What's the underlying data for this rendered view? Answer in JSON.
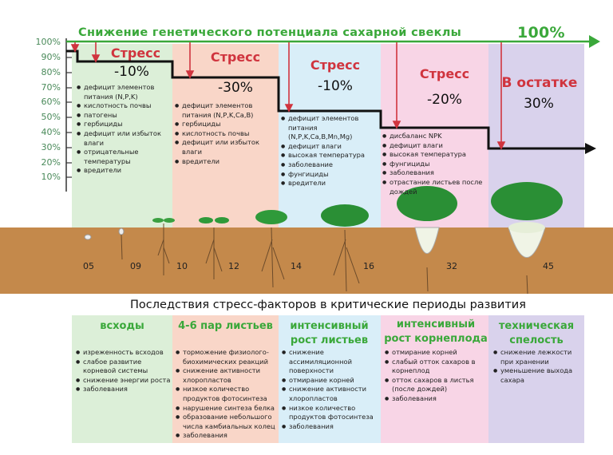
{
  "header": {
    "title": "Снижение генетического потенциала сахарной свеклы",
    "full_label": "100%"
  },
  "axis": {
    "ticks": [
      "100%",
      "90%",
      "80%",
      "70%",
      "60%",
      "50%",
      "40%",
      "30%",
      "20%",
      "10%"
    ]
  },
  "colors": {
    "green": "#dcefd8",
    "salmon": "#f9d6c8",
    "blue": "#d9eef8",
    "pink": "#f8d5e6",
    "purple": "#d9d2ec",
    "soil": "#c4894b",
    "accent_green": "#3aa83a",
    "red": "#d0343e"
  },
  "stress": [
    {
      "label": "Стресс",
      "loss": "-10%",
      "factors": [
        "дефицит элементов питания (N,P,K)",
        "кислотность почвы",
        "патогены",
        "гербициды",
        "дефицит или избыток влаги",
        "отрицательные температуры",
        "вредители"
      ]
    },
    {
      "label": "Стресс",
      "loss": "-30%",
      "factors": [
        "дефицит элементов питания (N,P,K,Ca,B)",
        "гербициды",
        "кислотность почвы",
        "дефицит или избыток влаги",
        "вредители"
      ]
    },
    {
      "label": "Стресс",
      "loss": "-10%",
      "factors": [
        "дефицит элементов питания (N,P,K,Ca,B,Mn,Mg)",
        "дефицит влаги",
        "высокая температура",
        "заболевание",
        "фунгициды",
        "вредители"
      ]
    },
    {
      "label": "Стресс",
      "loss": "-20%",
      "factors": [
        "дисбаланс NPK",
        "дефицит влаги",
        "высокая температура",
        "фунгициды",
        "заболевания",
        "отрастание листьев после дождей"
      ]
    },
    {
      "label": "В остатке",
      "loss": "30%"
    }
  ],
  "stages": [
    "05",
    "09",
    "10",
    "12",
    "14",
    "16",
    "32",
    "45"
  ],
  "consequences": {
    "title": "Последствия стресс-факторов в критические периоды развития",
    "phases": [
      {
        "name": "всходы",
        "items": [
          "изреженность всходов",
          "слабое развитие корневой системы",
          "снижение энергии роста",
          "заболевания"
        ]
      },
      {
        "name": "4-6 пар листьев",
        "items": [
          "торможение физиолого-биохимических реакций",
          "снижение активности хлоропластов",
          "низкое количество продуктов фотосинтеза",
          "нарушение синтеза белка",
          "образование небольшого числа камбиальных колец",
          "заболевания"
        ]
      },
      {
        "name": "интенсивный рост листьев",
        "items": [
          "снижение ассимиляционной поверхности",
          "отмирание корней",
          "снижение активности хлоропластов",
          "низкое количество продуктов фотосинтеза",
          "заболевания"
        ]
      },
      {
        "name": "интенсивный рост корнеплода",
        "items": [
          "отмирание корней",
          "слабый отток сахаров в корнеплод",
          "отток сахаров в листья (после дождей)",
          "заболевания"
        ]
      },
      {
        "name": "техническая спелость",
        "items": [
          "снижение лежкости при хранении",
          "уменьшение выхода сахара"
        ]
      }
    ]
  }
}
